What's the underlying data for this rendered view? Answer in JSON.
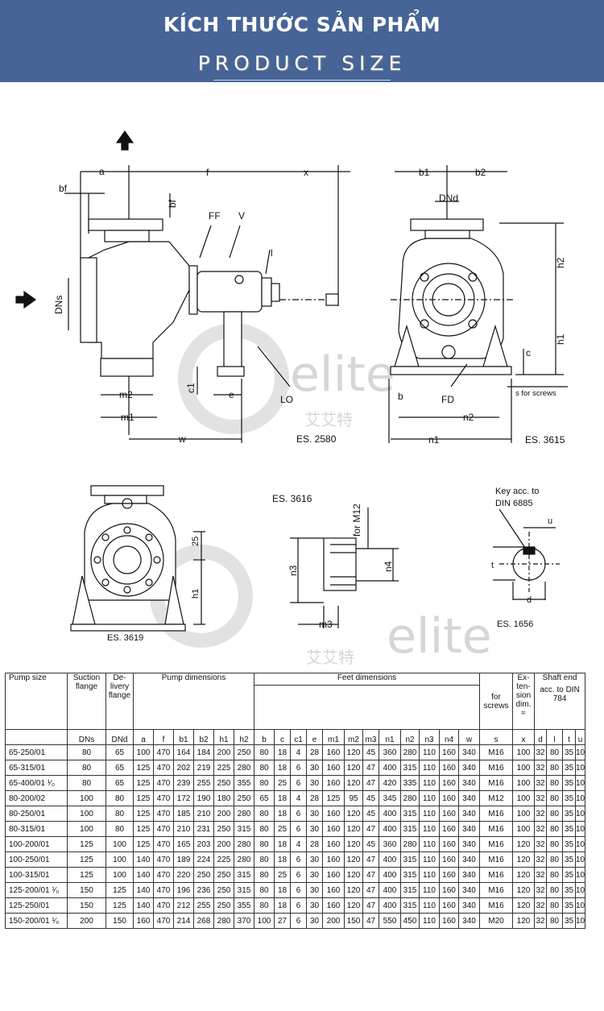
{
  "header": {
    "title_vi": "KÍCH THƯỚC SẢN PHẨM",
    "title_en": "PRODUCT SIZE"
  },
  "watermark": {
    "text": "elite",
    "subtext": "艾艾特"
  },
  "drawing": {
    "labels": {
      "a": "a",
      "f": "f",
      "x": "x",
      "bf": "bf",
      "bf2": "bf",
      "FF": "FF",
      "V": "V",
      "l": "l",
      "DNs": "DNs",
      "c1": "c1",
      "e": "e",
      "LO": "LO",
      "m2": "m2",
      "m1": "m1",
      "w": "w",
      "es2580": "ES. 2580",
      "b1": "b1",
      "b2": "b2",
      "DNd": "DNd",
      "h2": "h2",
      "h1": "h1",
      "c": "c",
      "b": "b",
      "FD": "FD",
      "s_for_screws": "s  for screws",
      "n2": "n2",
      "n1": "n1",
      "es3615": "ES. 3615",
      "h25": "25",
      "h1b": "h1",
      "es3619": "ES. 3619",
      "es3616": "ES. 3616",
      "for_m12": "for M12",
      "n3": "n3",
      "n4": "n4",
      "m3": "m3",
      "key_line1": "Key acc. to",
      "key_line2": "DIN 6885",
      "u": "u",
      "t": "t",
      "d": "d",
      "es1656": "ES. 1656"
    }
  },
  "table": {
    "headers": {
      "pump_size": "Pump size",
      "suction": "Suction flange",
      "delivery": "De-livery flange",
      "pump_dims": "Pump dimensions",
      "feet_dims": "Feet dimensions",
      "for_screws": "for screws",
      "extension": "Ex-ten-sion dim.",
      "shaft_end": "Shaft end",
      "acc_din": "acc. to DIN 784",
      "approx": "≈"
    },
    "columns": [
      "DNs",
      "DNd",
      "a",
      "f",
      "b1",
      "b2",
      "h1",
      "h2",
      "b",
      "c",
      "c1",
      "e",
      "m1",
      "m2",
      "m3",
      "n1",
      "n2",
      "n3",
      "n4",
      "w",
      "s",
      "x",
      "d",
      "l",
      "t",
      "u"
    ],
    "rows": [
      [
        "65-250/01",
        "80",
        "65",
        "100",
        "470",
        "164",
        "184",
        "200",
        "250",
        "80",
        "18",
        "4",
        "28",
        "160",
        "120",
        "45",
        "360",
        "280",
        "110",
        "160",
        "340",
        "M16",
        "100",
        "32",
        "80",
        "35",
        "10"
      ],
      [
        "65-315/01",
        "80",
        "65",
        "125",
        "470",
        "202",
        "219",
        "225",
        "280",
        "80",
        "18",
        "6",
        "30",
        "160",
        "120",
        "47",
        "400",
        "315",
        "110",
        "160",
        "340",
        "M16",
        "100",
        "32",
        "80",
        "35",
        "10"
      ],
      [
        "65-400/01 ¹⁄₀",
        "80",
        "65",
        "125",
        "470",
        "239",
        "255",
        "250",
        "355",
        "80",
        "25",
        "6",
        "30",
        "160",
        "120",
        "47",
        "420",
        "335",
        "110",
        "160",
        "340",
        "M16",
        "100",
        "32",
        "80",
        "35",
        "10"
      ],
      [
        "80-200/02",
        "100",
        "80",
        "125",
        "470",
        "172",
        "190",
        "180",
        "250",
        "65",
        "18",
        "4",
        "28",
        "125",
        "95",
        "45",
        "345",
        "280",
        "110",
        "160",
        "340",
        "M12",
        "100",
        "32",
        "80",
        "35",
        "10"
      ],
      [
        "80-250/01",
        "100",
        "80",
        "125",
        "470",
        "185",
        "210",
        "200",
        "280",
        "80",
        "18",
        "6",
        "30",
        "160",
        "120",
        "45",
        "400",
        "315",
        "110",
        "160",
        "340",
        "M16",
        "100",
        "32",
        "80",
        "35",
        "10"
      ],
      [
        "80-315/01",
        "100",
        "80",
        "125",
        "470",
        "210",
        "231",
        "250",
        "315",
        "80",
        "25",
        "6",
        "30",
        "160",
        "120",
        "47",
        "400",
        "315",
        "110",
        "160",
        "340",
        "M16",
        "100",
        "32",
        "80",
        "35",
        "10"
      ],
      [
        "100-200/01",
        "125",
        "100",
        "125",
        "470",
        "165",
        "203",
        "200",
        "280",
        "80",
        "18",
        "4",
        "28",
        "160",
        "120",
        "45",
        "360",
        "280",
        "110",
        "160",
        "340",
        "M16",
        "120",
        "32",
        "80",
        "35",
        "10"
      ],
      [
        "100-250/01",
        "125",
        "100",
        "140",
        "470",
        "189",
        "224",
        "225",
        "280",
        "80",
        "18",
        "6",
        "30",
        "160",
        "120",
        "47",
        "400",
        "315",
        "110",
        "160",
        "340",
        "M16",
        "120",
        "32",
        "80",
        "35",
        "10"
      ],
      [
        "100-315/01",
        "125",
        "100",
        "140",
        "470",
        "220",
        "250",
        "250",
        "315",
        "80",
        "25",
        "6",
        "30",
        "160",
        "120",
        "47",
        "400",
        "315",
        "110",
        "160",
        "340",
        "M16",
        "120",
        "32",
        "80",
        "35",
        "10"
      ],
      [
        "125-200/01 ¹⁄₀",
        "150",
        "125",
        "140",
        "470",
        "196",
        "236",
        "250",
        "315",
        "80",
        "18",
        "6",
        "30",
        "160",
        "120",
        "47",
        "400",
        "315",
        "110",
        "160",
        "340",
        "M16",
        "120",
        "32",
        "80",
        "35",
        "10"
      ],
      [
        "125-250/01",
        "150",
        "125",
        "140",
        "470",
        "212",
        "255",
        "250",
        "355",
        "80",
        "18",
        "6",
        "30",
        "160",
        "120",
        "47",
        "400",
        "315",
        "110",
        "160",
        "340",
        "M16",
        "120",
        "32",
        "80",
        "35",
        "10"
      ],
      [
        "150-200/01 ¹⁄₀",
        "200",
        "150",
        "160",
        "470",
        "214",
        "268",
        "280",
        "370",
        "100",
        "27",
        "6",
        "30",
        "200",
        "150",
        "47",
        "550",
        "450",
        "110",
        "160",
        "340",
        "M20",
        "120",
        "32",
        "80",
        "35",
        "10"
      ]
    ]
  }
}
